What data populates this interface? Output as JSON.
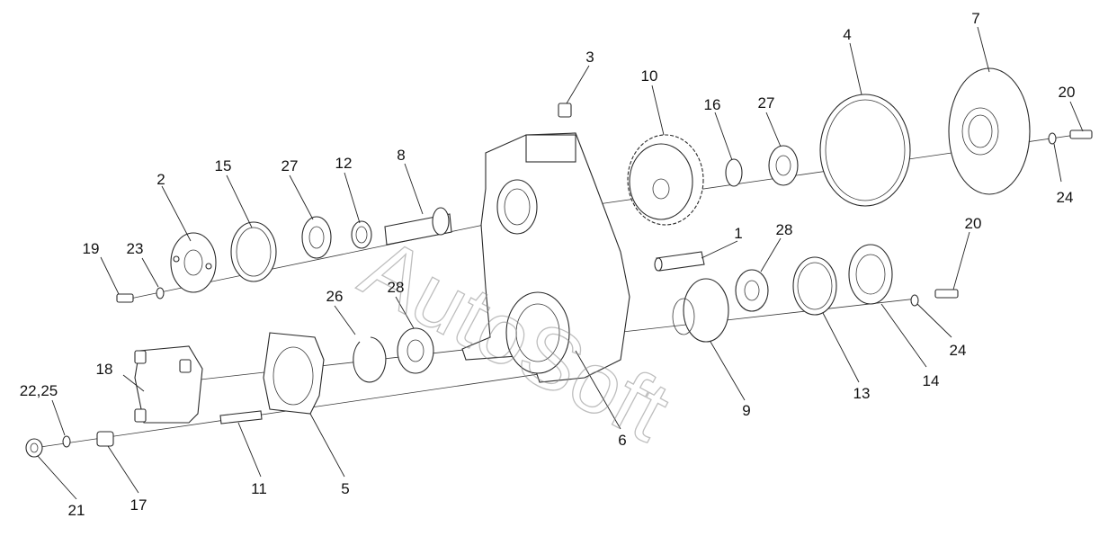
{
  "watermark": "AutoSoft",
  "callouts": {
    "c1": "1",
    "c2": "2",
    "c3": "3",
    "c4": "4",
    "c5": "5",
    "c6": "6",
    "c7": "7",
    "c8": "8",
    "c9": "9",
    "c10": "10",
    "c11": "11",
    "c12": "12",
    "c13": "13",
    "c14": "14",
    "c15": "15",
    "c16": "16",
    "c17": "17",
    "c18": "18",
    "c19": "19",
    "c20a": "20",
    "c20b": "20",
    "c21": "21",
    "c22_25": "22,25",
    "c23": "23",
    "c24a": "24",
    "c24b": "24",
    "c26": "26",
    "c27a": "27",
    "c27b": "27",
    "c28a": "28",
    "c28b": "28"
  },
  "colors": {
    "line": "#2a2a2a",
    "background": "#ffffff",
    "watermark": "#8a8a8a"
  }
}
